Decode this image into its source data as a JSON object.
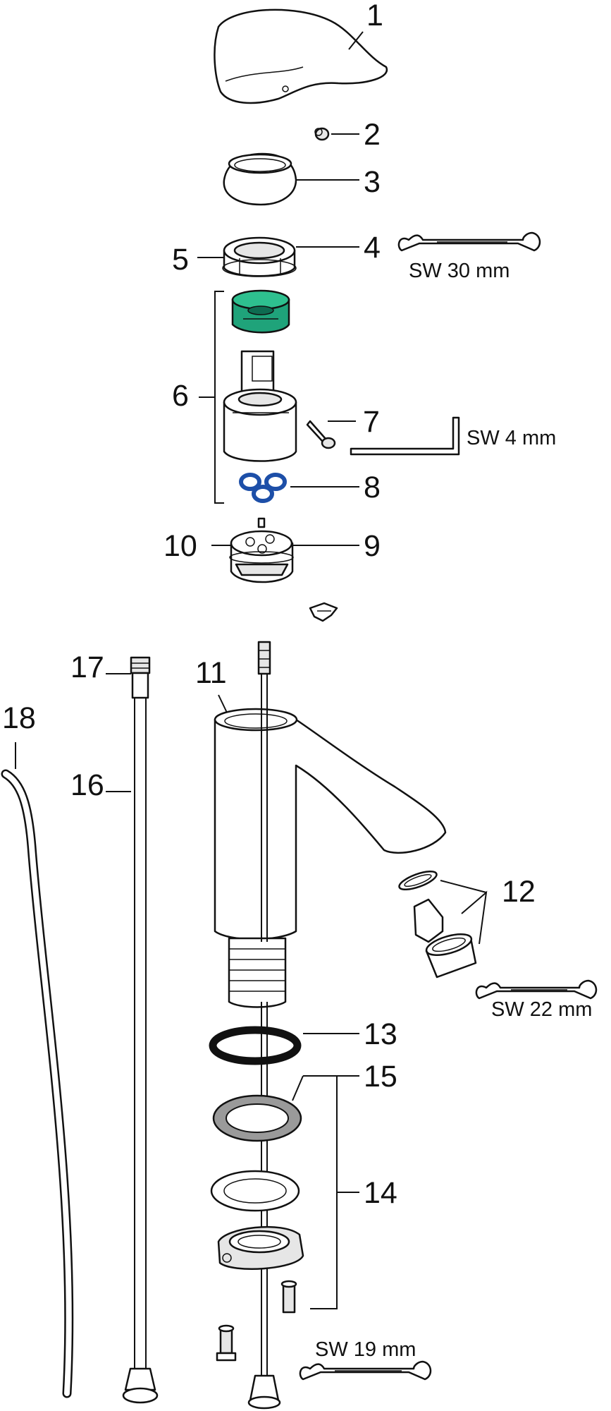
{
  "parts": [
    {
      "num": "1",
      "id": "lever-handle"
    },
    {
      "num": "2",
      "id": "set-screw"
    },
    {
      "num": "3",
      "id": "cover-cap"
    },
    {
      "num": "4",
      "id": "bonnet-nut"
    },
    {
      "num": "5",
      "id": "o-ring-nut"
    },
    {
      "num": "6",
      "id": "cartridge-assembly"
    },
    {
      "num": "7",
      "id": "cartridge-screw"
    },
    {
      "num": "8",
      "id": "cartridge-seal"
    },
    {
      "num": "9",
      "id": "base-insert"
    },
    {
      "num": "10",
      "id": "insert-seal"
    },
    {
      "num": "11",
      "id": "basin-mixer-body"
    },
    {
      "num": "12",
      "id": "aerator-set"
    },
    {
      "num": "13",
      "id": "rubber-gasket"
    },
    {
      "num": "14",
      "id": "mounting-set"
    },
    {
      "num": "15",
      "id": "metal-washer"
    },
    {
      "num": "16",
      "id": "supply-hose"
    },
    {
      "num": "17",
      "id": "hose-connector"
    },
    {
      "num": "18",
      "id": "flexible-tube"
    }
  ],
  "tools": [
    {
      "id": "wrench-30",
      "label": "SW 30 mm"
    },
    {
      "id": "allen-4",
      "label": "SW 4 mm"
    },
    {
      "id": "wrench-22",
      "label": "SW 22 mm"
    },
    {
      "id": "wrench-19",
      "label": "SW 19 mm"
    }
  ],
  "colors": {
    "outline": "#111111",
    "cartridge_green": "#1fa37a",
    "seal_blue": "#1d4fa8",
    "washer_grey": "#9a9a9a"
  }
}
